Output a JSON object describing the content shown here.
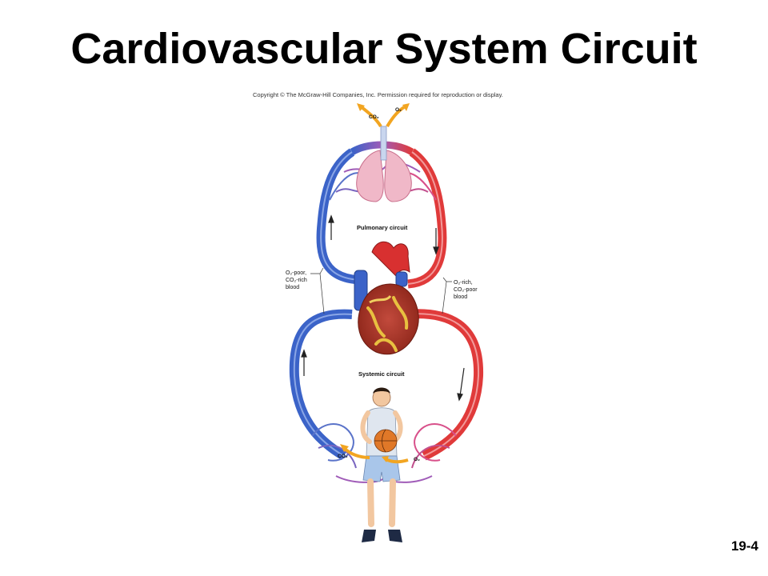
{
  "slide": {
    "title": "Cardiovascular System Circuit",
    "copyright": "Copyright © The McGraw-Hill Companies, Inc. Permission required for reproduction or display.",
    "slide_number": "19-4"
  },
  "diagram": {
    "pulmonary_label": "Pulmonary circuit",
    "systemic_label": "Systemic circuit",
    "left_blood_label": [
      "O₂-poor,",
      "CO₂-rich",
      "blood"
    ],
    "right_blood_label": [
      "O₂-rich,",
      "CO₂-poor",
      "blood"
    ],
    "lung_gases": {
      "out": "CO₂",
      "in": "O₂"
    },
    "tissue_gases": {
      "out": "CO₂",
      "in": "O₂"
    },
    "colors": {
      "oxygen_poor": "#3b63c8",
      "oxygen_rich": "#e03a3a",
      "capillary": "#a05cb8",
      "gas_arrow": "#f2a521"
    }
  }
}
